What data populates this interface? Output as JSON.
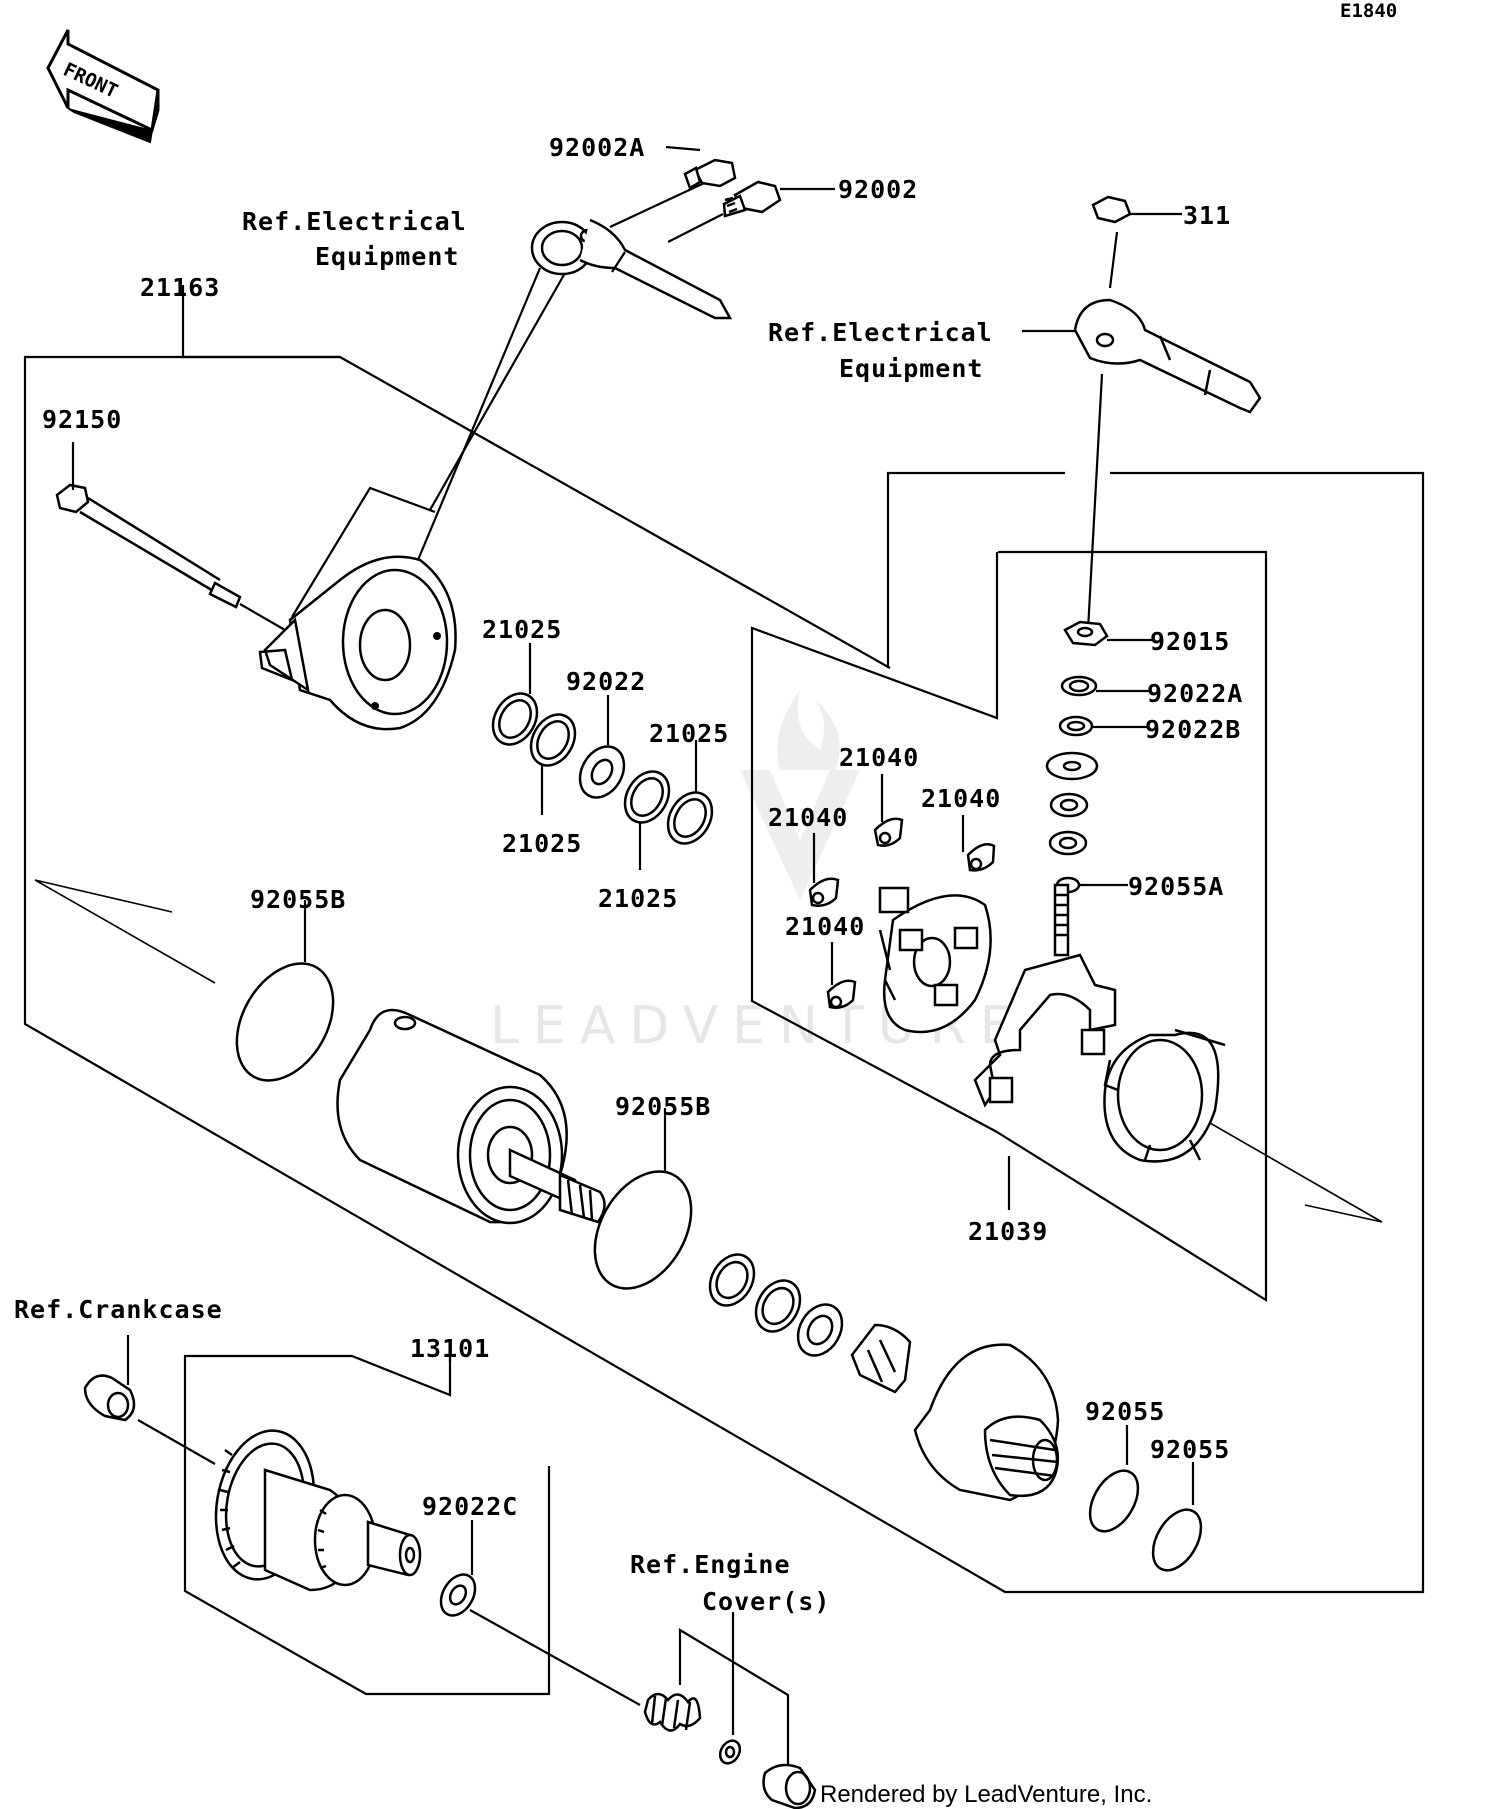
{
  "diagram_code": "E1840",
  "front_arrow_label": "FRONT",
  "watermark": "LEADVENTURE",
  "credit": "Rendered by LeadVenture, Inc.",
  "labels": {
    "p92002A": "92002A",
    "p92002": "92002",
    "ref_electrical_left_1": "Ref.Electrical",
    "ref_electrical_left_2": "Equipment",
    "p311": "311",
    "ref_electrical_right_1": "Ref.Electrical",
    "ref_electrical_right_2": "Equipment",
    "p21163": "21163",
    "p92150": "92150",
    "p21025_a": "21025",
    "p92022": "92022",
    "p21025_b": "21025",
    "p21025_c": "21025",
    "p21025_d": "21025",
    "p92015": "92015",
    "p92022A": "92022A",
    "p92022B": "92022B",
    "p21040_a": "21040",
    "p21040_b": "21040",
    "p21040_c": "21040",
    "p21040_d": "21040",
    "p92055A": "92055A",
    "p92055B_a": "92055B",
    "p92055B_b": "92055B",
    "p21039": "21039",
    "ref_crankcase": "Ref.Crankcase",
    "p13101": "13101",
    "p92022C": "92022C",
    "p92055_a": "92055",
    "p92055_b": "92055",
    "ref_engine_cover_1": "Ref.Engine",
    "ref_engine_cover_2": "Cover(s)"
  }
}
